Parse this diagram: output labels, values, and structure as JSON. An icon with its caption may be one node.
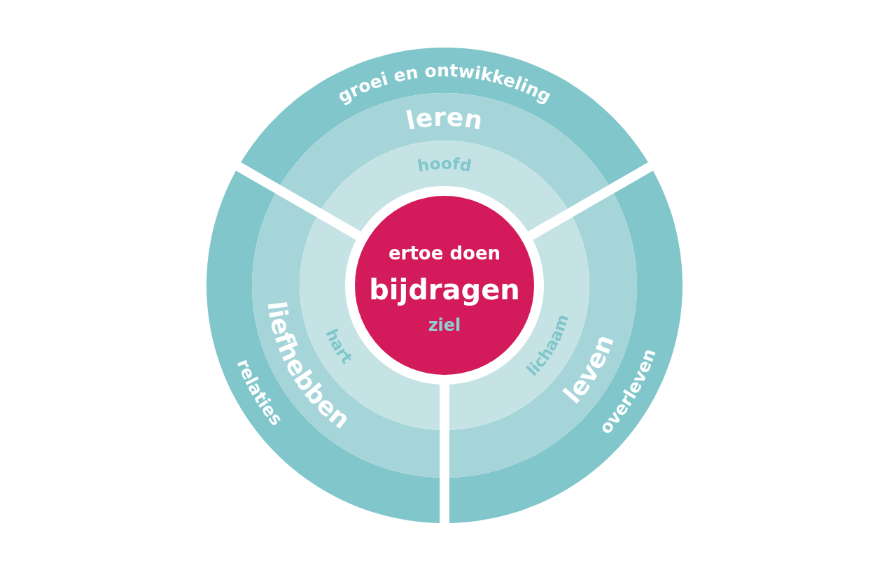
{
  "diagram": {
    "nodes": [
      {
        "text": [
          "groei en ontwikkeling"
        ]
      },
      {
        "text": [
          "leren"
        ]
      },
      {
        "text": [
          "hoofd"
        ]
      },
      {
        "text": [
          "relaties"
        ]
      },
      {
        "text": [
          "liefhebben"
        ]
      },
      {
        "text": [
          "hart"
        ]
      },
      {
        "text": [
          "overleven"
        ]
      },
      {
        "text": [
          "leven"
        ]
      },
      {
        "text": [
          "lichaam"
        ]
      },
      {
        "text": [
          "ertoe doen",
          "bijdragen",
          "ziel"
        ]
      }
    ]
  }
}
